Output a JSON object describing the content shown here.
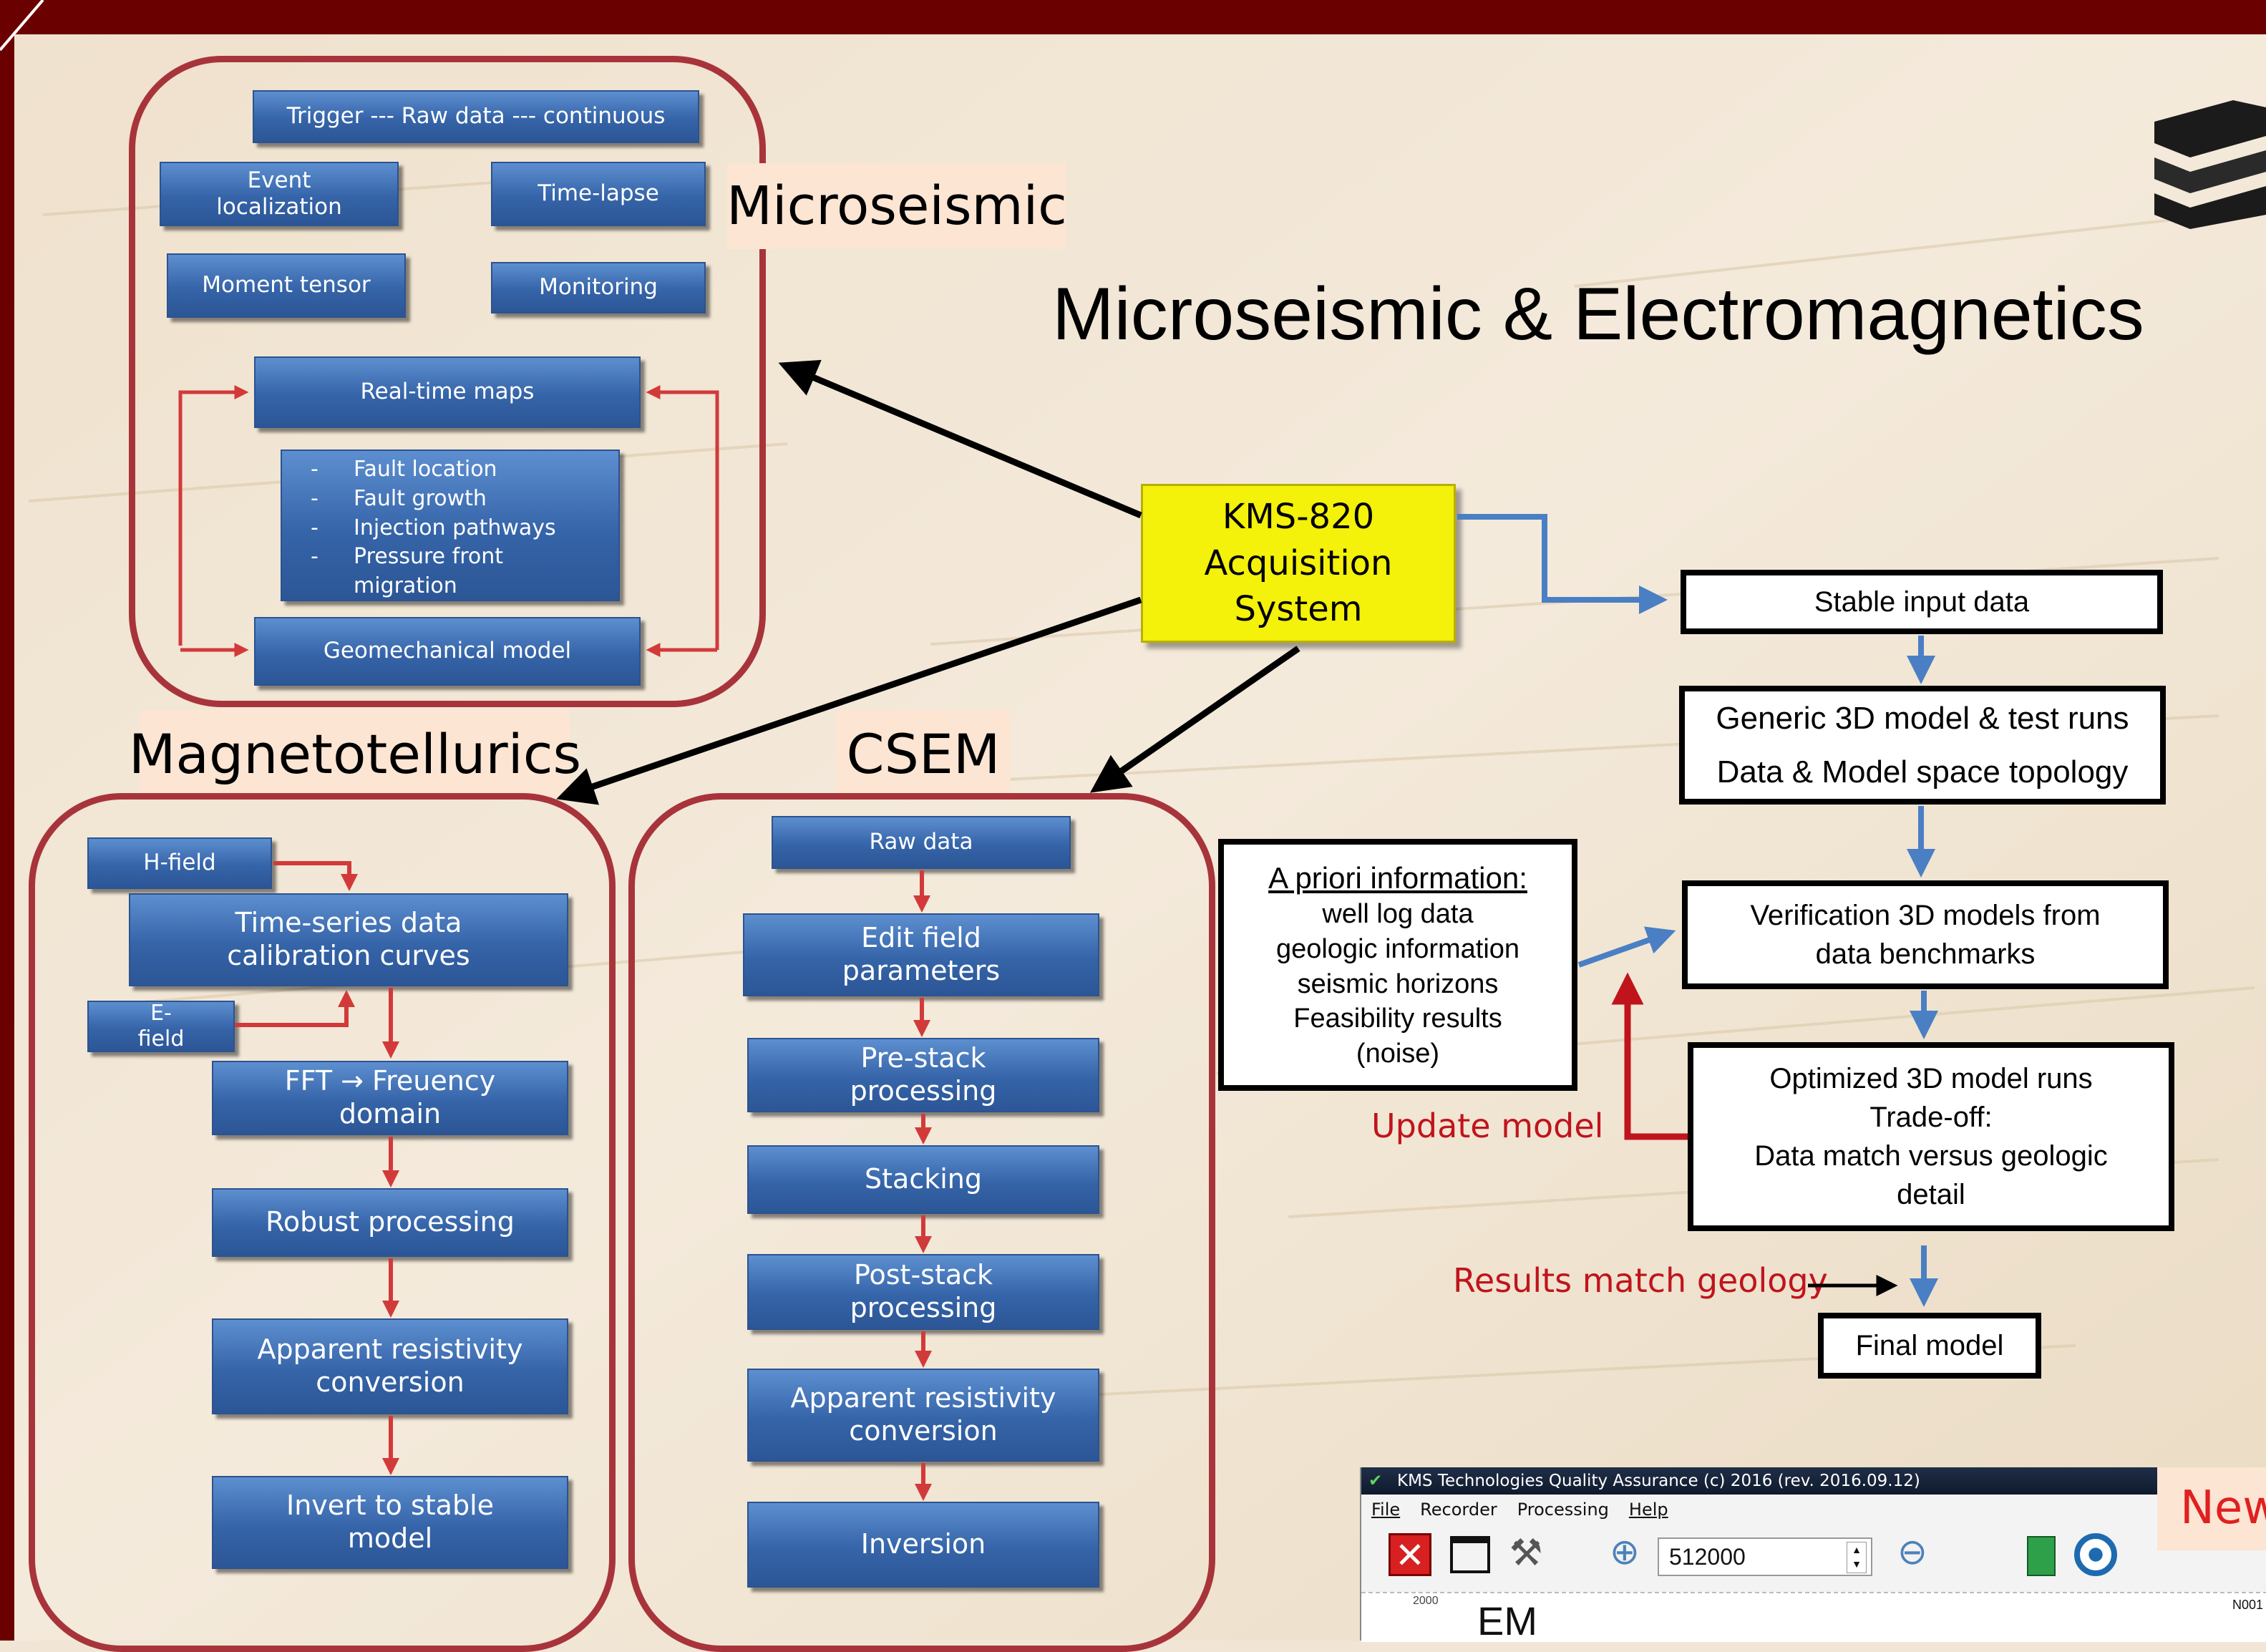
{
  "title": "Microseismic & Electromagnetics",
  "acquisition": {
    "line1": "KMS-820",
    "line2": "Acquisition",
    "line3": "System"
  },
  "microseismic": {
    "label": "Microseismic",
    "trigger": "Trigger --- Raw  data --- continuous",
    "event": "Event\nlocalization",
    "timelapse": "Time-lapse",
    "moment": "Moment tensor",
    "monitoring": "Monitoring",
    "realtime": "Real-time maps",
    "bullets": [
      "Fault location",
      "Fault growth",
      "Injection pathways",
      "Pressure front\nmigration"
    ],
    "bullet_mark": "-",
    "geomech": "Geomechanical model"
  },
  "magnetotellurics": {
    "label": "Magnetotellurics",
    "hfield": "H-field",
    "efield": "E-\nfield",
    "steps": [
      "Time-series data\ncalibration curves",
      "FFT → Freuency\ndomain",
      "Robust processing",
      "Apparent resistivity\nconversion",
      "Invert to stable\nmodel"
    ]
  },
  "csem": {
    "label": "CSEM",
    "raw": "Raw  data",
    "steps": [
      "Edit field\nparameters",
      "Pre-stack\nprocessing",
      "Stacking",
      "Post-stack\nprocessing",
      "Apparent resistivity\nconversion",
      "Inversion"
    ]
  },
  "flow": {
    "stable": "Stable input data",
    "generic1": "Generic 3D model & test runs",
    "generic2": "Data & Model space topology",
    "verification": "Verification 3D models from\ndata benchmarks",
    "optimized": "Optimized 3D model runs\nTrade-off:\nData match versus geologic\ndetail",
    "final": "Final model",
    "apriori_title": "A priori information:",
    "apriori_lines": [
      "well log data",
      "geologic information",
      "seismic horizons",
      "Feasibility results",
      "(noise)"
    ],
    "update": "Update model",
    "results": "Results match geology"
  },
  "software": {
    "titlebar": "KMS Technologies Quality Assurance (c) 2016 (rev. 2016.09.12)",
    "menu": [
      "File",
      "Recorder",
      "Processing",
      "Help"
    ],
    "value": "512000",
    "axis_tick": "2000",
    "plot_label": "EM",
    "channel": "N001",
    "new_label": "New"
  },
  "colors": {
    "frame": "#6b0000",
    "panel_border": "#a8343b",
    "box_blue": "#3a6bb0",
    "acq_yellow": "#f4f10a",
    "red_text": "#c0141c"
  }
}
